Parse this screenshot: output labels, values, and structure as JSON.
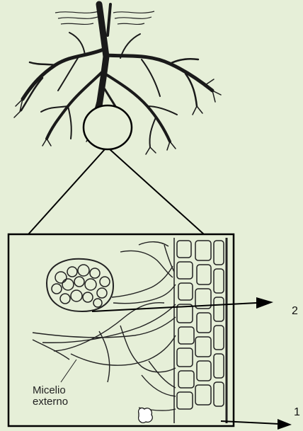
{
  "labels": {
    "two": "2",
    "one": "1"
  },
  "inset": {
    "line1": "Micelio",
    "line2": "externo"
  },
  "colors": {
    "background": "#e6efd8",
    "ink": "#111111"
  }
}
